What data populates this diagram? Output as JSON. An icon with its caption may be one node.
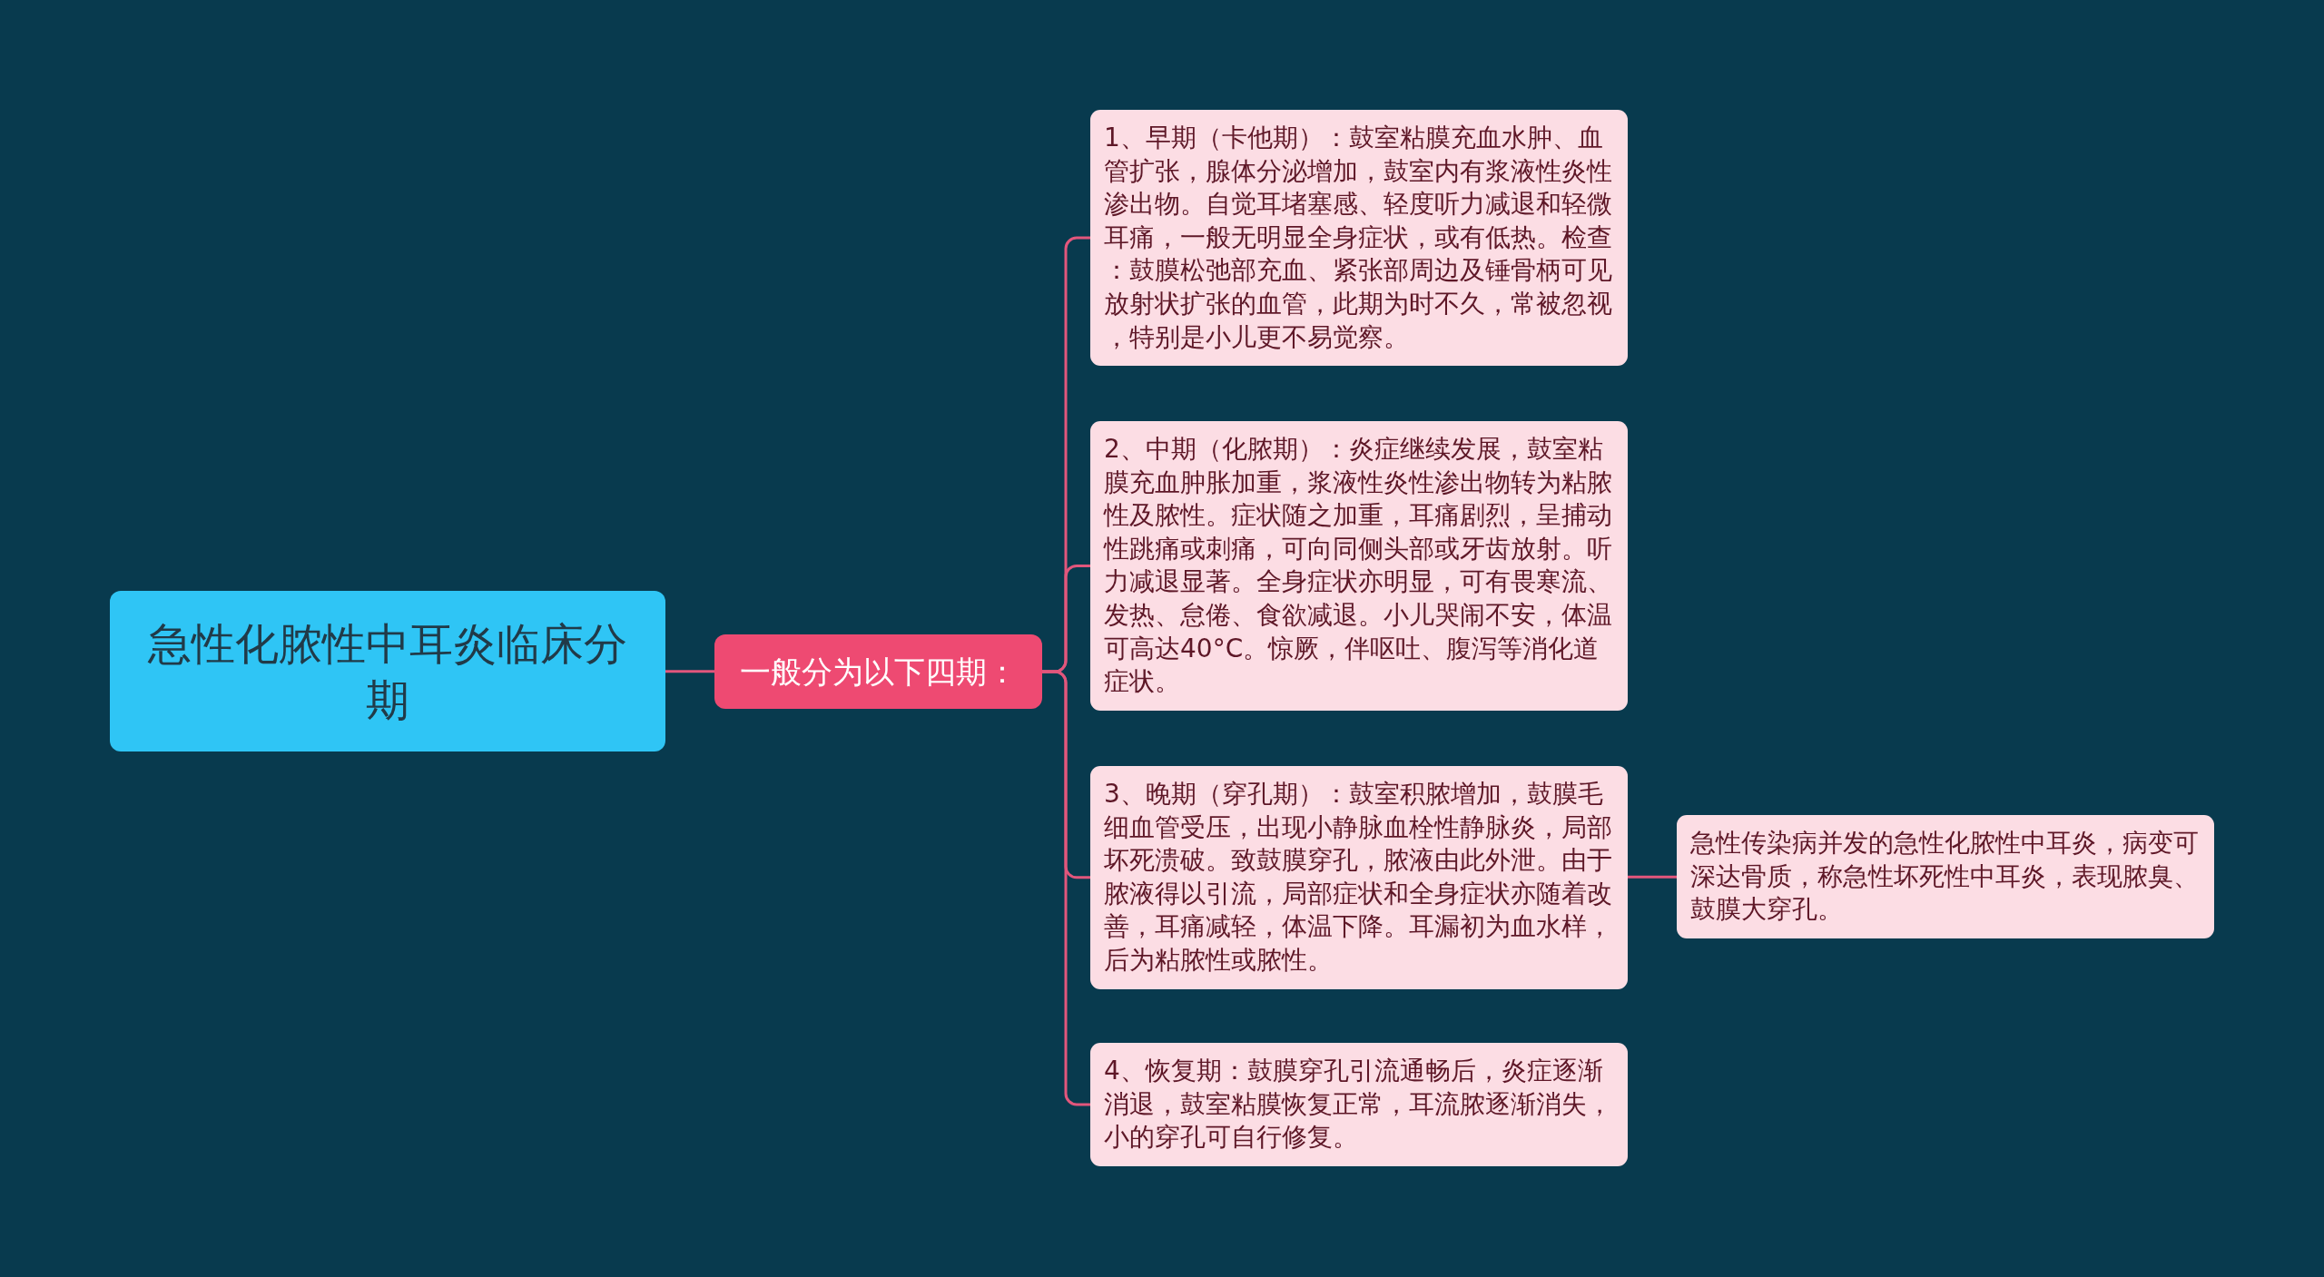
{
  "diagram": {
    "nodes": [
      {
        "text": [
          "急性化脓性中耳炎临床分期"
        ]
      },
      {
        "text": [
          "一般分为以下四期："
        ]
      },
      {
        "text": [
          "1、早期（卡他期）：鼓室粘膜充血水肿、血管扩张，腺体分泌增加，鼓室内有浆液性炎性渗出物。自觉耳堵塞感、轻度听力减退和轻微耳痛，一般无明显全身症状，或有低热。检查：鼓膜松弛部充血、紧张部周边及锤骨柄可见放射状扩张的血管，此期为时不久，常被忽视，特别是小儿更不易觉察。"
        ]
      },
      {
        "text": [
          "2、中期（化脓期）：炎症继续发展，鼓室粘膜充血肿胀加重，浆液性炎性渗出物转为粘脓性及脓性。症状随之加重，耳痛剧烈，呈捕动性跳痛或刺痛，可向同侧头部或牙齿放射。听力减退显著。全身症状亦明显，可有畏寒流、发热、怠倦、食欲减退。小儿哭闹不安，体温可高达40°C。惊厥，伴呕吐、腹泻等消化道症状。"
        ]
      },
      {
        "text": [
          "3、晚期（穿孔期）：鼓室积脓增加，鼓膜毛细血管受压，出现小静脉血栓性静脉炎，局部坏死溃破。致鼓膜穿孔，脓液由此外泄。由于脓液得以引流，局部症状和全身症状亦随着改善，耳痛减轻，体温下降。耳漏初为血水样，后为粘脓性或脓性。"
        ]
      },
      {
        "text": [
          "4、恢复期：鼓膜穿孔引流通畅后，炎症逐渐消退，鼓室粘膜恢复正常，耳流脓逐渐消失，小的穿孔可自行修复。"
        ]
      },
      {
        "text": [
          "急性传染病并发的急性化脓性中耳炎，病变可深达骨质，称急性坏死性中耳炎，表现脓臭、鼓膜大穿孔。"
        ]
      }
    ],
    "edges": [
      {
        "from": 0,
        "to": 1,
        "arrow": "none"
      },
      {
        "from": 1,
        "to": 2,
        "arrow": "none"
      },
      {
        "from": 1,
        "to": 3,
        "arrow": "none"
      },
      {
        "from": 1,
        "to": 4,
        "arrow": "none"
      },
      {
        "from": 1,
        "to": 5,
        "arrow": "none"
      },
      {
        "from": 4,
        "to": 6,
        "arrow": "none"
      }
    ]
  }
}
